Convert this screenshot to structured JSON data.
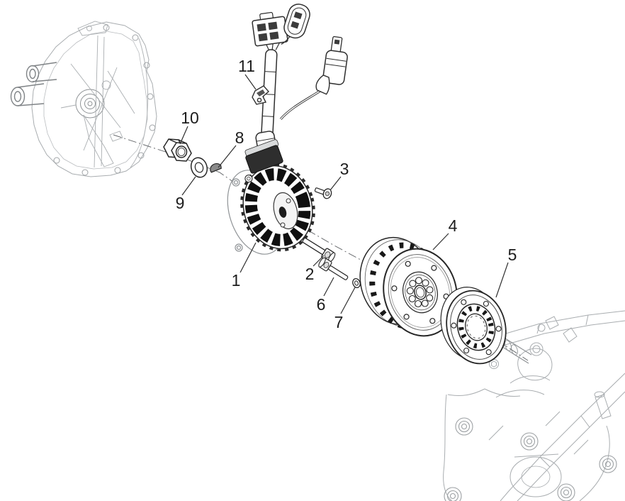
{
  "diagram": {
    "kind": "exploded-parts-diagram",
    "colors": {
      "background": "#ffffff",
      "foreground_line": "#262626",
      "coil_fill": "#101010",
      "background_line": "#a9adb0",
      "centerline": "#6a6d70"
    },
    "callouts": [
      {
        "number": "1"
      },
      {
        "number": "2"
      },
      {
        "number": "3"
      },
      {
        "number": "4"
      },
      {
        "number": "5"
      },
      {
        "number": "6"
      },
      {
        "number": "7"
      },
      {
        "number": "8"
      },
      {
        "number": "9"
      },
      {
        "number": "10"
      },
      {
        "number": "11"
      }
    ]
  }
}
